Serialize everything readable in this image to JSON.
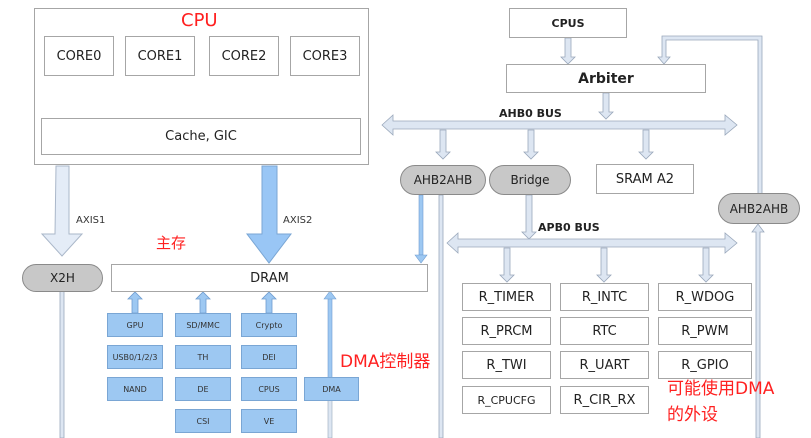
{
  "cpu": {
    "title": "CPU",
    "cores": [
      "CORE0",
      "CORE1",
      "CORE2",
      "CORE3"
    ],
    "cache": "Cache, GIC"
  },
  "axis": {
    "axis1": "AXIS1",
    "axis2": "AXIS2"
  },
  "x2h": "X2H",
  "dram": {
    "label": "DRAM",
    "annotation": "主存"
  },
  "dram_masters": {
    "col1": [
      "GPU",
      "USB0/1/2/3",
      "NAND"
    ],
    "col2": [
      "SD/MMC",
      "TH",
      "DE",
      "CSI"
    ],
    "col3": [
      "Crypto",
      "DEI",
      "CPUS",
      "VE"
    ],
    "dma": "DMA",
    "dma_annotation": "DMA控制器"
  },
  "cpus_block": {
    "cpus": "CPUS",
    "arbiter": "Arbiter",
    "ahb0_bus": "AHB0 BUS",
    "ahb2ahb_left": "AHB2AHB",
    "bridge": "Bridge",
    "sram": "SRAM A2",
    "ahb2ahb_right": "AHB2AHB",
    "apb0_bus": "APB0 BUS"
  },
  "peripherals": {
    "rows": [
      [
        "R_TIMER",
        "R_INTC",
        "R_WDOG"
      ],
      [
        "R_PRCM",
        "RTC",
        "R_PWM"
      ],
      [
        "R_TWI",
        "R_UART",
        "R_GPIO"
      ],
      [
        "R_CPUCFG",
        "R_CIR_RX"
      ]
    ],
    "annotation_line1": "可能使用DMA",
    "annotation_line2": "的外设"
  }
}
